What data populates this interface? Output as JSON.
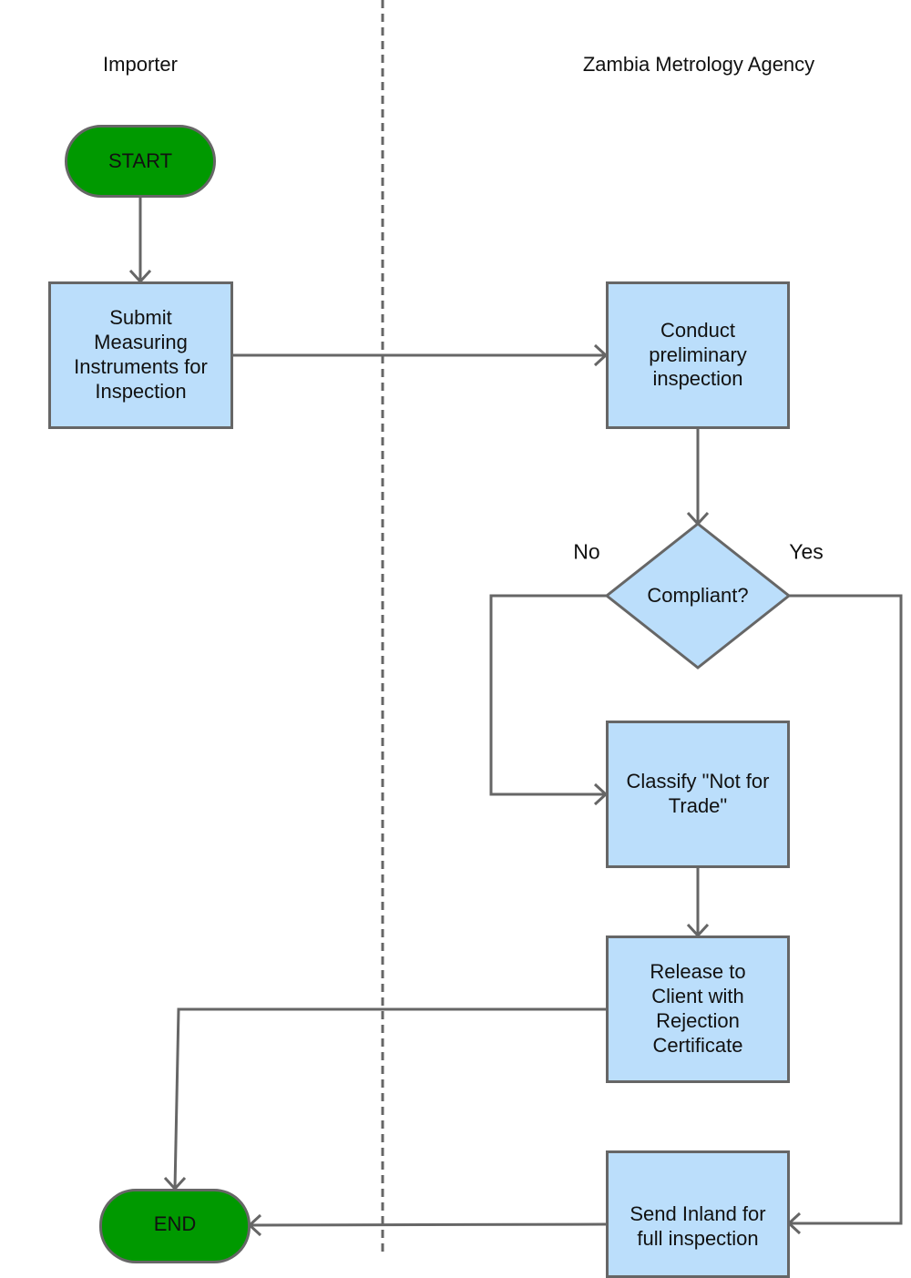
{
  "lanes": {
    "importer": "Importer",
    "agency": "Zambia Metrology Agency"
  },
  "nodes": {
    "start": "START",
    "submit": "Submit Measuring Instruments for Inspection",
    "conduct": "Conduct preliminary inspection",
    "compliant": "Compliant?",
    "classify": "Classify \"Not for Trade\"",
    "release": "Release to Client with Rejection Certificate",
    "send": "Send Inland for full inspection",
    "end": "END"
  },
  "edges": {
    "no": "No",
    "yes": "Yes"
  },
  "colors": {
    "process_fill": "#bbdefb",
    "terminal_fill": "#009900",
    "stroke": "#666666"
  }
}
